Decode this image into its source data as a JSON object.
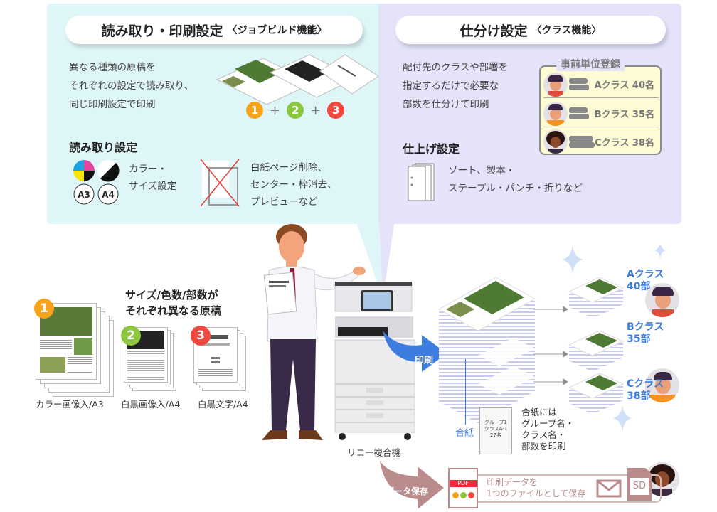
{
  "left_panel": {
    "title": "読み取り・印刷設定",
    "title_sub": "〈ジョブビルド機能〉",
    "description": [
      "異なる種類の原稿を",
      "それぞれの設定で読み取り、",
      "同じ印刷設定で印刷"
    ],
    "badges": [
      "1",
      "2",
      "3"
    ],
    "plus": "+",
    "scan_heading": "読み取り設定",
    "size_labels": [
      "A3",
      "A4"
    ],
    "color_size_text": [
      "カラー・",
      "サイズ設定"
    ],
    "erase_text": [
      "白紙ページ削除、",
      "センター・枠消去、",
      "プレビューなど"
    ]
  },
  "right_panel": {
    "title": "仕分け設定",
    "title_sub": "〈クラス機能〉",
    "description": [
      "配付先のクラスや部署を",
      "指定するだけで必要な",
      "部数を仕分けて印刷"
    ],
    "registration_title": "事前単位登録",
    "registrations": [
      {
        "label": "Aクラス 40名"
      },
      {
        "label": "Bクラス 35名"
      },
      {
        "label": "Cクラス 38名"
      }
    ],
    "finish_heading": "仕上げ設定",
    "finish_text": [
      "ソート、製本・",
      "ステープル・パンチ・折りなど"
    ]
  },
  "originals": {
    "heading": [
      "サイズ/色数/部数が",
      "それぞれ異なる原稿"
    ],
    "items": [
      {
        "badge": "1",
        "label": "カラー画像入/A3",
        "color": "#f7a21b"
      },
      {
        "badge": "2",
        "label": "白黒画像入/A4",
        "color": "#8cc63f"
      },
      {
        "badge": "3",
        "label": "白黒文字/A4",
        "color": "#f0483e"
      }
    ]
  },
  "copier": {
    "label": "リコー複合機"
  },
  "print_arrow": "印刷",
  "outputs": [
    {
      "line1": "Aクラス",
      "line2": "40部"
    },
    {
      "line1": "Bクラス",
      "line2": "35部"
    },
    {
      "line1": "Cクラス",
      "line2": "38部"
    }
  ],
  "separator": {
    "label": "合紙",
    "sheet_text": [
      "グループ1",
      "クラスA-1",
      "27名"
    ],
    "note": [
      "合紙には",
      "グループ名・",
      "クラス名・",
      "部数を印刷"
    ]
  },
  "data_save": {
    "arrow_label": "データ保存",
    "pdf_label": "PDF",
    "text": [
      "印刷データを",
      "1つのファイルとして保存"
    ],
    "sd_label": "SD"
  },
  "colors": {
    "accent_blue": "#3a7bdc",
    "save_brown": "#b98b8b",
    "left_bg": "#dff6f9",
    "right_bg": "#e4e3fa"
  }
}
